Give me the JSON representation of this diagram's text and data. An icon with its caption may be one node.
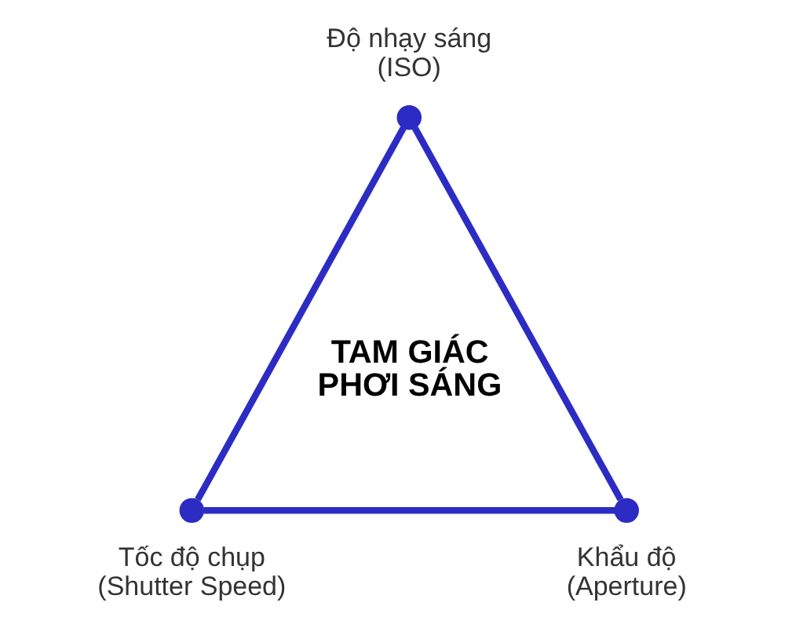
{
  "diagram": {
    "nodes": [
      {
        "text": [],
        "shape": "circle",
        "beside": [
          "Độ nhạy sáng (ISO)"
        ]
      },
      {
        "text": [],
        "shape": "circle",
        "beside": [
          "Tốc độ chụp (Shutter Speed)"
        ]
      },
      {
        "text": [],
        "shape": "circle",
        "beside": [
          "Khẩu độ (Aperture)"
        ]
      }
    ],
    "edges": [
      {
        "from": 0,
        "to": 1,
        "arrow": "none"
      },
      {
        "from": 1,
        "to": 2,
        "arrow": "none"
      },
      {
        "from": 2,
        "to": 0,
        "arrow": "none"
      }
    ],
    "labels": [
      "TAM GIÁC PHƠI SÁNG"
    ]
  }
}
